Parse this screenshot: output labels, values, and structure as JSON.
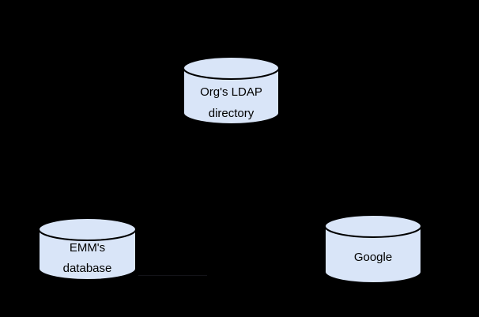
{
  "diagram": {
    "description": "Directory sync architecture diagram: three database cylinders on a black background",
    "colors": {
      "background": "#000000",
      "cylinder_fill": "#d9e5f8",
      "cylinder_stroke": "#000000",
      "label": "#000000",
      "faint_line": "#131318"
    },
    "nodes": {
      "ldap": {
        "line1": "Org's LDAP",
        "line2": "directory"
      },
      "emm": {
        "line1": "EMM's",
        "line2": "database"
      },
      "google": {
        "line1": "Google"
      }
    }
  }
}
